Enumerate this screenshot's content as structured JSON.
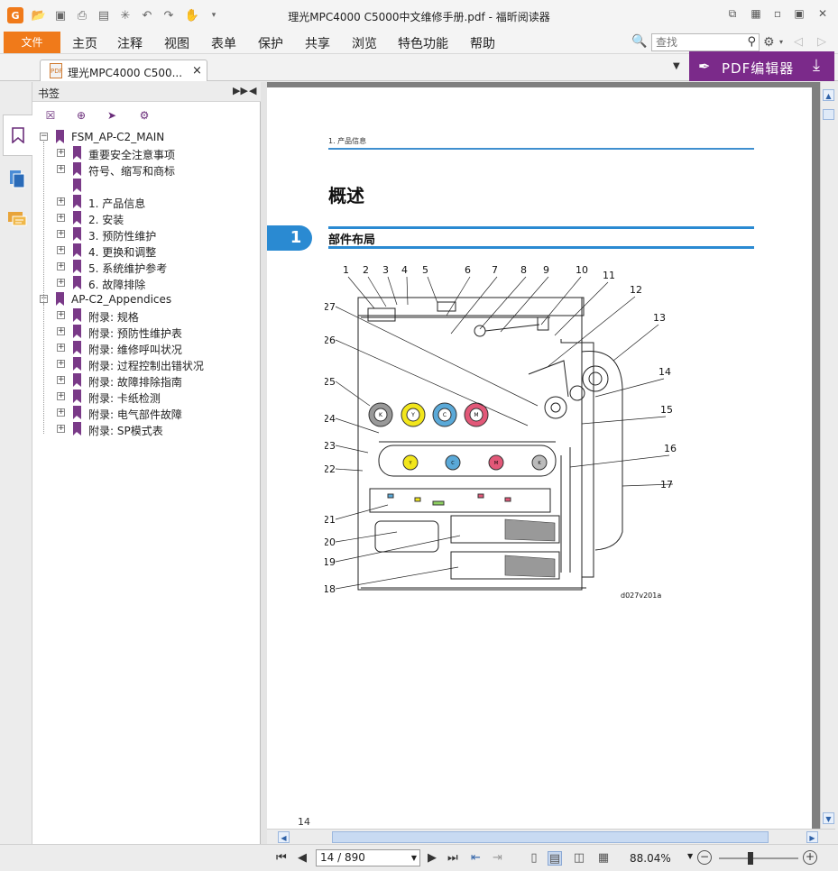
{
  "window": {
    "title": "理光MPC4000 C5000中文维修手册.pdf - 福昕阅读器",
    "logo": "G",
    "controls": [
      "restore-window-icon",
      "grid-icon",
      "minimize-icon",
      "maximize-icon",
      "close-icon"
    ]
  },
  "quick_access": [
    "open-folder-icon",
    "save-icon",
    "print-icon",
    "properties-icon",
    "new-icon",
    "undo-icon",
    "redo-icon",
    "hand-tool-icon",
    "customize-icon"
  ],
  "menu": {
    "file": "文件",
    "items": [
      "主页",
      "注释",
      "视图",
      "表单",
      "保护",
      "共享",
      "浏览",
      "特色功能",
      "帮助"
    ],
    "search_placeholder": "查找"
  },
  "tab": {
    "name": "理光MPC4000 C500...",
    "close": "×"
  },
  "pdf_editor": {
    "label": "PDF编辑器"
  },
  "bookmark_panel": {
    "title": "书签",
    "tree": [
      {
        "label": "FSM_AP-C2_MAIN",
        "level": 0,
        "expander": "−"
      },
      {
        "label": "重要安全注意事项",
        "level": 1,
        "expander": "+"
      },
      {
        "label": "符号、缩写和商标",
        "level": 1,
        "expander": "+"
      },
      {
        "label": "",
        "level": 1,
        "expander": ""
      },
      {
        "label": "1. 产品信息",
        "level": 1,
        "expander": "+"
      },
      {
        "label": "2. 安装",
        "level": 1,
        "expander": "+"
      },
      {
        "label": "3. 预防性维护",
        "level": 1,
        "expander": "+"
      },
      {
        "label": "4. 更换和调整",
        "level": 1,
        "expander": "+"
      },
      {
        "label": "5. 系统维护参考",
        "level": 1,
        "expander": "+"
      },
      {
        "label": "6. 故障排除",
        "level": 1,
        "expander": "+"
      },
      {
        "label": "AP-C2_Appendices",
        "level": 0,
        "expander": "−"
      },
      {
        "label": "附录: 规格",
        "level": 1,
        "expander": "+"
      },
      {
        "label": "附录: 预防性维护表",
        "level": 1,
        "expander": "+"
      },
      {
        "label": "附录: 维修呼叫状况",
        "level": 1,
        "expander": "+"
      },
      {
        "label": "附录: 过程控制出错状况",
        "level": 1,
        "expander": "+"
      },
      {
        "label": "附录: 故障排除指南",
        "level": 1,
        "expander": "+"
      },
      {
        "label": "附录: 卡纸检测",
        "level": 1,
        "expander": "+"
      },
      {
        "label": "附录: 电气部件故障",
        "level": 1,
        "expander": "+"
      },
      {
        "label": "附录: SP模式表",
        "level": 1,
        "expander": "+"
      }
    ]
  },
  "page": {
    "section_header": "1. 产品信息",
    "title": "概述",
    "chapter_number": "1",
    "section_title": "部件布局",
    "diagram_labels": [
      "1",
      "2",
      "3",
      "4",
      "5",
      "6",
      "7",
      "8",
      "9",
      "10",
      "11",
      "12",
      "13",
      "14",
      "15",
      "16",
      "17",
      "18",
      "19",
      "20",
      "21",
      "22",
      "23",
      "24",
      "25",
      "26",
      "27"
    ],
    "toner_labels": [
      "K",
      "Y",
      "C",
      "M"
    ],
    "figure_id": "d027v201a",
    "page_number": "14"
  },
  "statusbar": {
    "page_display": "14 / 890",
    "zoom": "88.04%"
  }
}
